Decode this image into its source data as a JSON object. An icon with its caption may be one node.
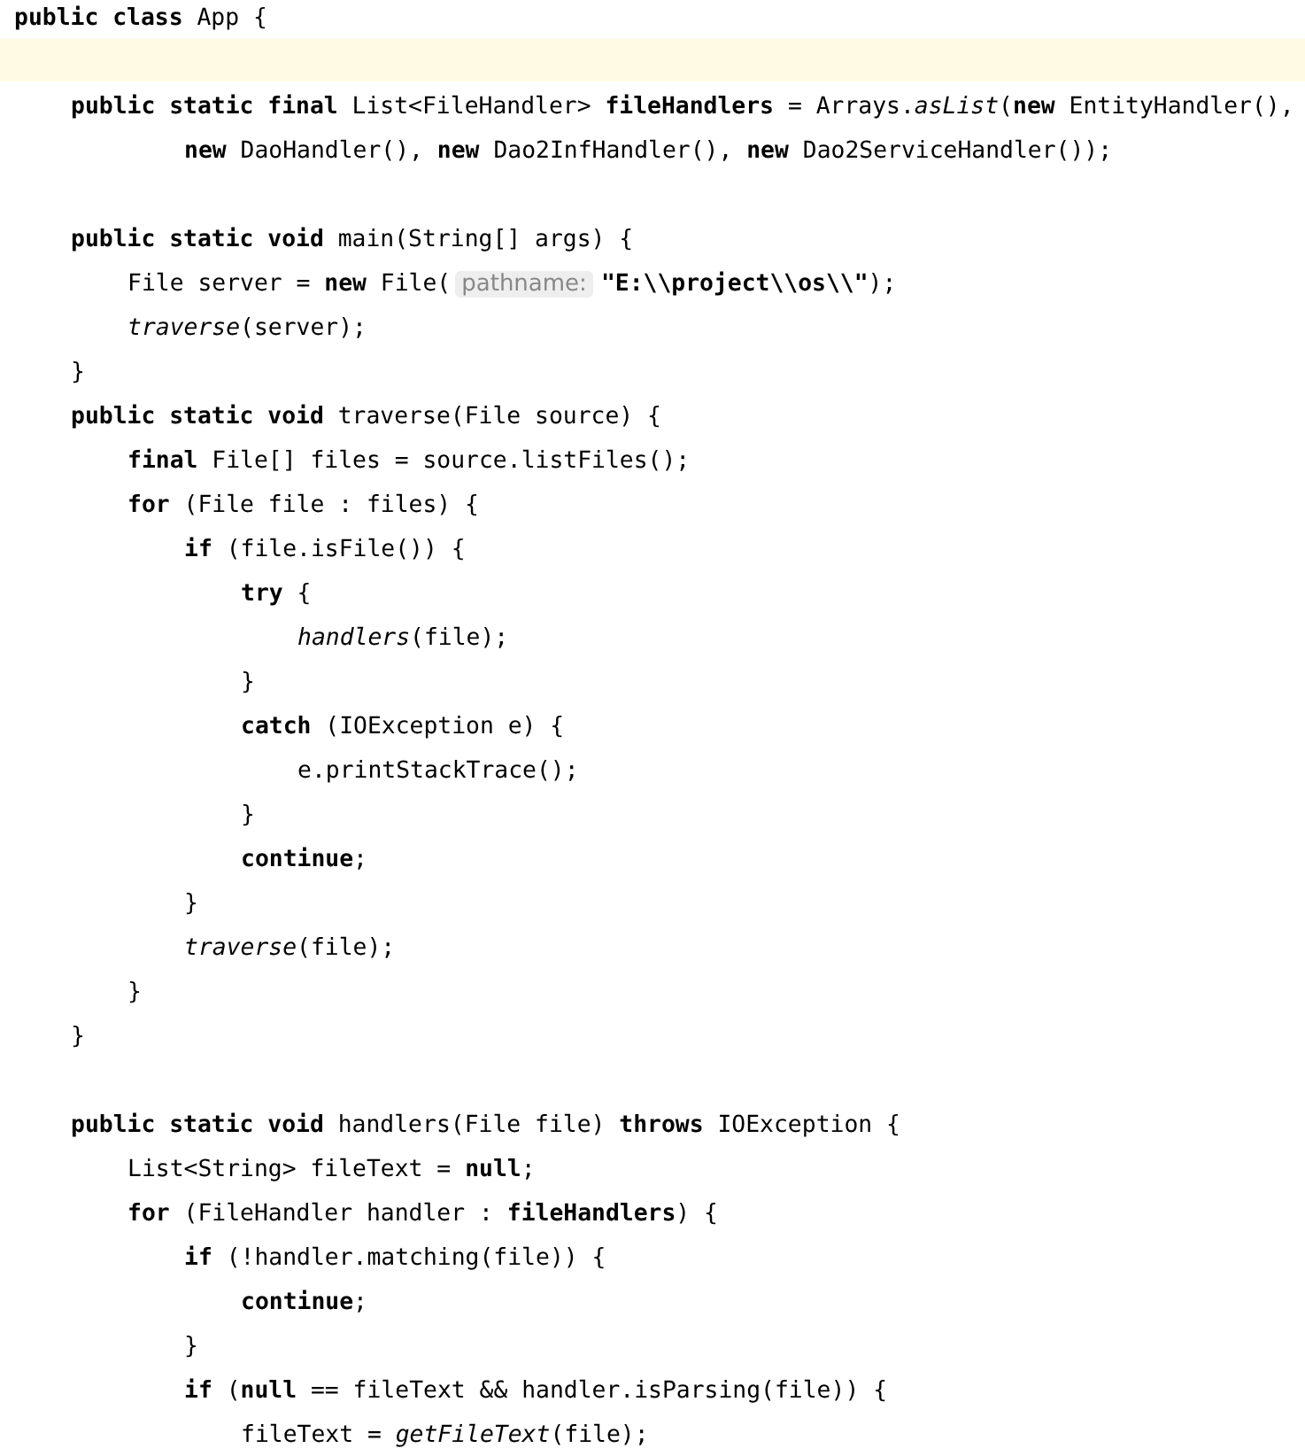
{
  "diagram": {
    "labels": [
      "**public class** App {",
      "**public static final** List<FileHandler> **fileHandlers** = Arrays.*asList*(**new** EntityHandler(),",
      "**new** DaoHandler(), **new** Dao2InfHandler(), **new** Dao2ServiceHandler());",
      "**public static void** main(String[] args) {",
      "File server = **new** File(",
      "pathname:",
      "**\"E:\\\\project\\\\os\\\\\"**);",
      "*traverse*(server);",
      "}",
      "**public static void** traverse(File source) {",
      "**final** File[] files = source.listFiles();",
      "**for** (File file : files) {",
      "**if** (file.isFile()) {",
      "**try** {",
      "*handlers*(file);",
      "}",
      "**catch** (IOException e) {",
      "e.printStackTrace();",
      "}",
      "**continue**;",
      "}",
      "*traverse*(file);",
      "}",
      "}",
      "**public static void** handlers(File file) **throws** IOException {",
      "List<String> fileText = **null**;",
      "**for** (FileHandler handler : **fileHandlers**) {",
      "**if** (!handler.matching(file)) {",
      "**continue**;",
      "}",
      "**if** (**null** == fileText && handler.isParsing(file)) {",
      "fileText = *getFileText*(file);"
    ]
  }
}
